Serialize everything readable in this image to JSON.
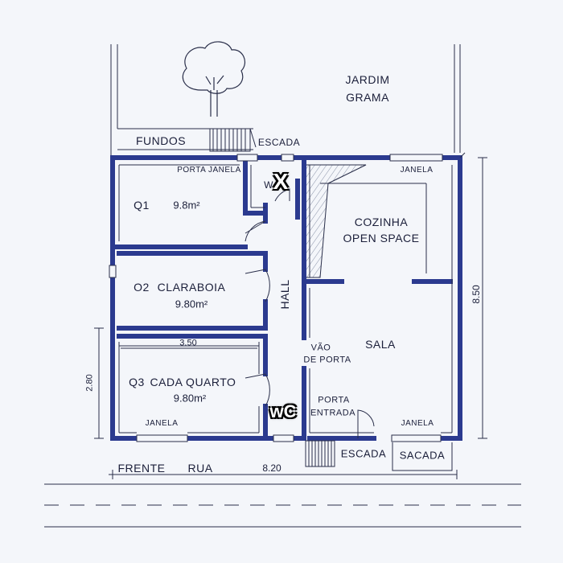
{
  "garden": {
    "line1": "JARDIM",
    "line2": "GRAMA"
  },
  "top": {
    "fundos": "FUNDOS",
    "escada": "ESCADA"
  },
  "rooms": {
    "q1": {
      "name": "Q1",
      "area": "9.8m²",
      "porta_janela": "PORTA JANELA"
    },
    "wc_top": {
      "label": "W",
      "marker": "X"
    },
    "q2": {
      "name": "O2",
      "note": "CLARABOIA",
      "area": "9.80m²"
    },
    "q3": {
      "name": "Q3",
      "note": "CADA QUARTO",
      "area": "9.80m²",
      "janela": "JANELA"
    },
    "hall": {
      "name": "HALL"
    },
    "cozinha": {
      "line1": "COZINHA",
      "line2": "OPEN SPACE",
      "janela": "JANELA"
    },
    "sala": {
      "name": "SALA",
      "janela": "JANELA"
    },
    "vao": {
      "line1": "VÃO",
      "line2": "DE PORTA"
    },
    "porta": {
      "line1": "PORTA",
      "line2": "ENTRADA"
    },
    "wc_bottom": {
      "marker": "wC"
    }
  },
  "bottom": {
    "escada": "ESCADA",
    "sacada": "SACADA",
    "frente": "FRENTE",
    "rua": "RUA"
  },
  "dimensions": {
    "width_bottom": "8.20",
    "height_right": "8.50",
    "q3_width": "3.50",
    "q3_height": "2.80"
  },
  "colors": {
    "wall": "#2b3a8f",
    "line": "#2a2f4a",
    "hatch": "#8a93a8",
    "paper": "#f4f6fa"
  }
}
